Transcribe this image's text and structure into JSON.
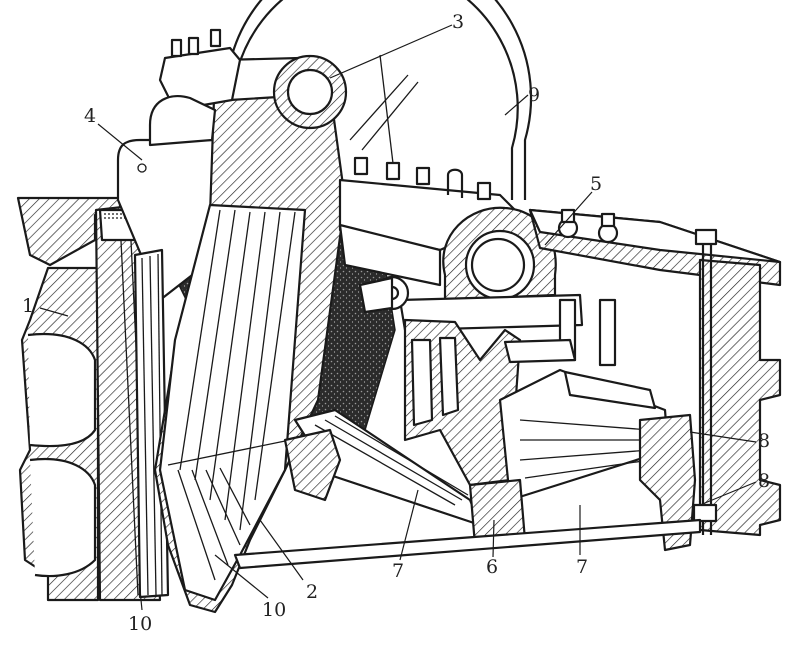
{
  "labels": {
    "l1": "1",
    "l2": "2",
    "l3": "3",
    "l4": "4",
    "l5": "5",
    "l6": "6",
    "l7a": "7",
    "l7b": "7",
    "l8a": "8",
    "l8b": "8",
    "l9": "9",
    "l10a": "10",
    "l10b": "10"
  }
}
